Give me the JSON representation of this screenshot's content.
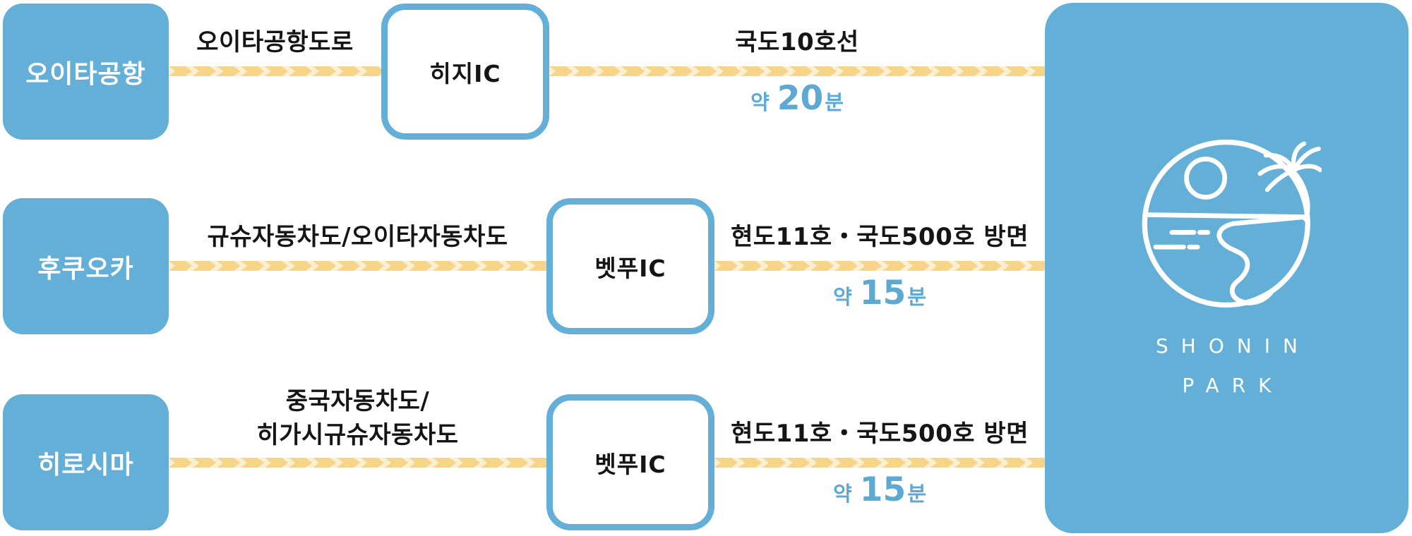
{
  "rows": [
    {
      "origin": "오이타공항",
      "segment1": {
        "road": "오이타공항도로"
      },
      "ic": "히지IC",
      "segment2": {
        "road": "국도10호선",
        "time_prefix": "약",
        "time_value": "20",
        "time_unit": "분"
      }
    },
    {
      "origin": "후쿠오카",
      "segment1": {
        "road": "규슈자동차도/오이타자동차도"
      },
      "ic": "벳푸IC",
      "segment2": {
        "road": "현도11호・국도500호 방면",
        "time_prefix": "약",
        "time_value": "15",
        "time_unit": "분"
      }
    },
    {
      "origin": "히로시마",
      "segment1": {
        "road": "중국자동차도/\n히가시규슈자동차도"
      },
      "ic": "벳푸IC",
      "segment2": {
        "road": "현도11호・국도500호 방면",
        "time_prefix": "약",
        "time_value": "15",
        "time_unit": "분"
      }
    }
  ],
  "destination": {
    "name_line1": "SHONIN",
    "name_line2": "PARK",
    "logo_icon": "beach-sun-palm-circle-logo"
  },
  "colors": {
    "brand_blue": "#64AFD8",
    "dash_dark_yellow": "#F6D488",
    "dash_light_yellow": "#FBEFD3",
    "time_text_blue": "#5CA9D4",
    "label_black": "#151515",
    "background": "#FFFFFF"
  }
}
